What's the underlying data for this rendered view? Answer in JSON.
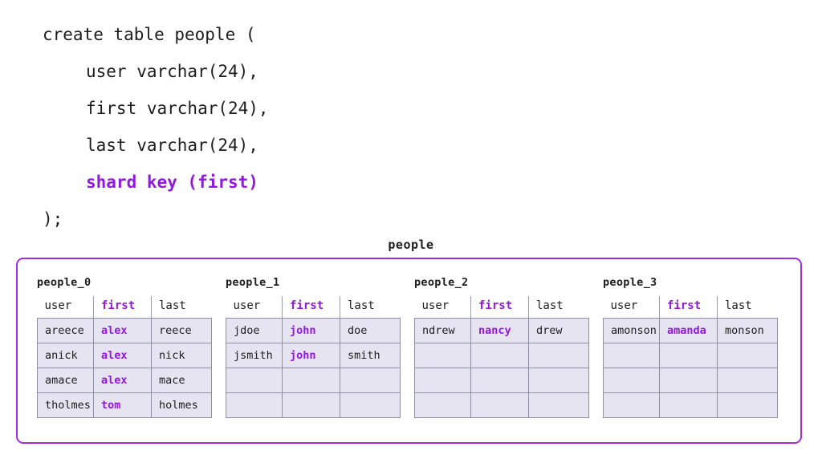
{
  "accent_color": "#9317e0",
  "border_color": "#a32ce0",
  "cell_fill": "#e6e4f1",
  "code": {
    "lines": [
      {
        "text": "create table people (",
        "indent": false,
        "highlight": false
      },
      {
        "text": "user varchar(24),",
        "indent": true,
        "highlight": false
      },
      {
        "text": "first varchar(24),",
        "indent": true,
        "highlight": false
      },
      {
        "text": "last varchar(24),",
        "indent": true,
        "highlight": false
      },
      {
        "text": "shard key (first)",
        "indent": true,
        "highlight": true
      },
      {
        "text": ");",
        "indent": false,
        "highlight": false
      }
    ]
  },
  "diagram": {
    "title": "people",
    "columns": [
      "user",
      "first",
      "last"
    ],
    "shard_key_column": "first",
    "rows_per_shard": 4,
    "shards": [
      {
        "name": "people_0",
        "rows": [
          {
            "user": "areece",
            "first": "alex",
            "last": "reece"
          },
          {
            "user": "anick",
            "first": "alex",
            "last": "nick"
          },
          {
            "user": "amace",
            "first": "alex",
            "last": "mace"
          },
          {
            "user": "tholmes",
            "first": "tom",
            "last": "holmes"
          }
        ]
      },
      {
        "name": "people_1",
        "rows": [
          {
            "user": "jdoe",
            "first": "john",
            "last": "doe"
          },
          {
            "user": "jsmith",
            "first": "john",
            "last": "smith"
          },
          {
            "user": "",
            "first": "",
            "last": ""
          },
          {
            "user": "",
            "first": "",
            "last": ""
          }
        ]
      },
      {
        "name": "people_2",
        "rows": [
          {
            "user": "ndrew",
            "first": "nancy",
            "last": "drew"
          },
          {
            "user": "",
            "first": "",
            "last": ""
          },
          {
            "user": "",
            "first": "",
            "last": ""
          },
          {
            "user": "",
            "first": "",
            "last": ""
          }
        ]
      },
      {
        "name": "people_3",
        "rows": [
          {
            "user": "amonson",
            "first": "amanda",
            "last": "monson"
          },
          {
            "user": "",
            "first": "",
            "last": ""
          },
          {
            "user": "",
            "first": "",
            "last": ""
          },
          {
            "user": "",
            "first": "",
            "last": ""
          }
        ]
      }
    ]
  }
}
